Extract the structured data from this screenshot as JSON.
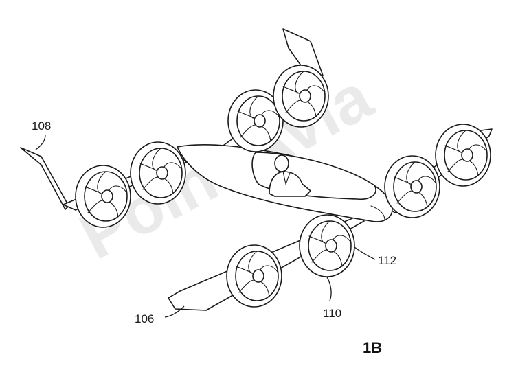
{
  "figure": {
    "label": "1B",
    "callouts": [
      {
        "id": "108",
        "text": "108"
      },
      {
        "id": "106",
        "text": "106"
      },
      {
        "id": "110",
        "text": "110"
      },
      {
        "id": "112",
        "text": "112"
      }
    ]
  },
  "watermark": {
    "text": "Point Avia"
  },
  "colors": {
    "ink": "#1a1a1a",
    "watermark": "#d9d9d9",
    "background": "#ffffff"
  }
}
